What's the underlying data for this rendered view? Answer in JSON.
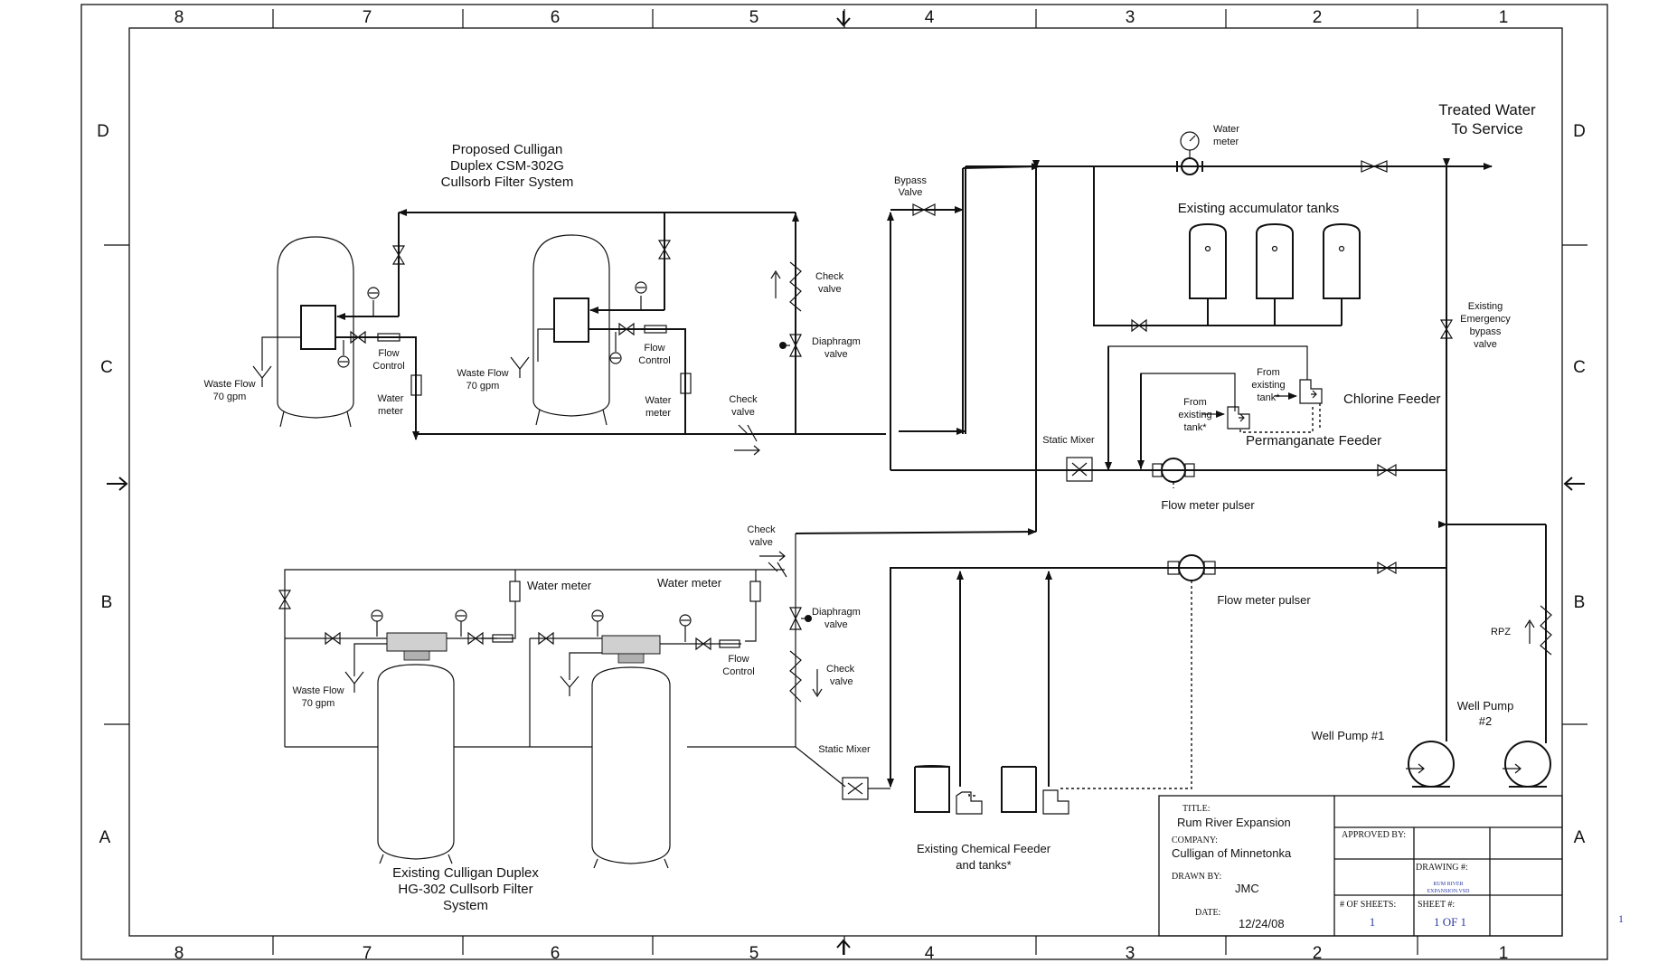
{
  "border": {
    "columns_top": [
      "8",
      "7",
      "6",
      "5",
      "4",
      "3",
      "2",
      "1"
    ],
    "columns_bottom": [
      "8",
      "7",
      "6",
      "5",
      "4",
      "3",
      "2",
      "1"
    ],
    "rows_left": [
      "D",
      "C",
      "B",
      "A"
    ],
    "rows_right": [
      "D",
      "C",
      "B",
      "A"
    ],
    "page_marker": "1"
  },
  "labels": {
    "treated_water": [
      "Treated Water",
      "To Service"
    ],
    "proposed_system": [
      "Proposed Culligan",
      "Duplex CSM-302G",
      "Cullsorb Filter System"
    ],
    "existing_system": [
      "Existing Culligan Duplex",
      "HG-302 Cullsorb Filter",
      "System"
    ],
    "bypass_valve": [
      "Bypass",
      "Valve"
    ],
    "water_meter_top": [
      "Water",
      "meter"
    ],
    "accumulator_tanks": "Existing accumulator tanks",
    "check_valve_1": [
      "Check",
      "valve"
    ],
    "diaphragm_valve_1": [
      "Diaphragm",
      "valve"
    ],
    "check_valve_2": [
      "Check",
      "valve"
    ],
    "waste_flow_1": [
      "Waste Flow",
      "70 gpm"
    ],
    "flow_control_1": [
      "Flow",
      "Control"
    ],
    "water_meter_1": [
      "Water",
      "meter"
    ],
    "waste_flow_2": [
      "Waste Flow",
      "70 gpm"
    ],
    "flow_control_2": [
      "Flow",
      "Control"
    ],
    "water_meter_2": [
      "Water",
      "meter"
    ],
    "emergency_bypass": [
      "Existing",
      "Emergency",
      "bypass",
      "valve"
    ],
    "from_existing_tank_1": [
      "From",
      "existing",
      "tank*"
    ],
    "from_existing_tank_2": [
      "From",
      "existing",
      "tank*"
    ],
    "chlorine_feeder": "Chlorine Feeder",
    "permanganate_feeder": "Permanganate Feeder",
    "static_mixer_top": "Static Mixer",
    "flow_meter_pulser_1": "Flow meter pulser",
    "check_valve_3": [
      "Check",
      "valve"
    ],
    "water_meter_b1": "Water meter",
    "water_meter_b2": "Water meter",
    "diaphragm_valve_2": [
      "Diaphragm",
      "valve"
    ],
    "flow_meter_pulser_2": "Flow meter pulser",
    "flow_control_3": [
      "Flow",
      "Control"
    ],
    "check_valve_4": [
      "Check",
      "valve"
    ],
    "waste_flow_3": [
      "Waste Flow",
      "70 gpm"
    ],
    "rpz": "RPZ",
    "well_pump_2": [
      "Well Pump",
      "#2"
    ],
    "well_pump_1": "Well Pump #1",
    "static_mixer_bottom": "Static Mixer",
    "chemical_feeder": [
      "Existing Chemical Feeder",
      "and tanks*"
    ]
  },
  "title_block": {
    "title_label": "TITLE:",
    "title": "Rum River Expansion",
    "company_label": "COMPANY:",
    "company": "Culligan of Minnetonka",
    "drawn_by_label": "DRAWN BY:",
    "drawn_by": "JMC",
    "date_label": "DATE:",
    "date": "12/24/08",
    "approved_by_label": "APPROVED BY:",
    "drawing_no_label": "DRAWING #:",
    "drawing_no": [
      "RUM RIVER",
      "EXPANSION.VSD"
    ],
    "sheets_label": "# OF SHEETS:",
    "sheets": "1",
    "sheet_no_label": "SHEET #:",
    "sheet_no": "1 OF 1"
  },
  "colors": {
    "line": "#111111",
    "title_block_value": "#2b3aa6",
    "head_fill": "#d0d0d0"
  }
}
